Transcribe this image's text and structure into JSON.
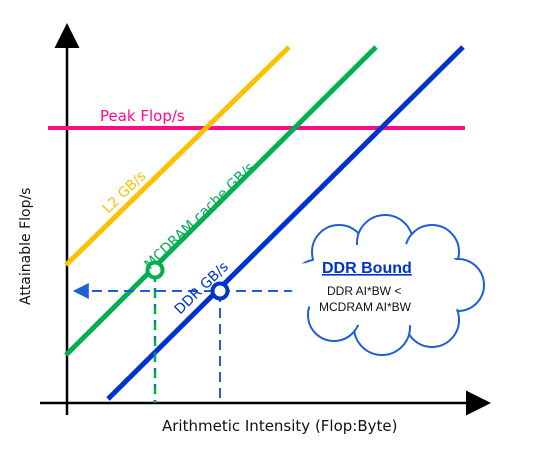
{
  "diagram": {
    "x_axis_label": "Arithmetic Intensity (Flop:Byte)",
    "y_axis_label": "Attainable Flop/s",
    "peak_label": "Peak Flop/s",
    "lines": {
      "l2": {
        "label": "L2 GB/s",
        "color": "#ffc000"
      },
      "mcdram": {
        "label": "MCDRAM cache GB/s",
        "color": "#00b050"
      },
      "ddr": {
        "label": "DDR GB/s",
        "color": "#0033cc"
      },
      "peak": {
        "color": "#ff0a8c"
      }
    },
    "callout": {
      "title": "DDR Bound",
      "line1": "DDR AI*BW <",
      "line2": "MCDRAM AI*BW"
    },
    "axis_color": "#000000",
    "guide_color": "#1f5fd6"
  }
}
